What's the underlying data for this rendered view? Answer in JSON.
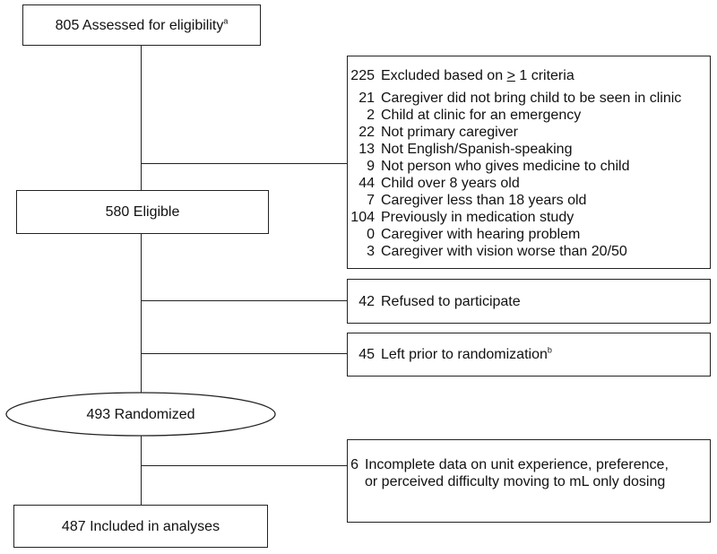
{
  "assessed": {
    "count": "805",
    "label": "Assessed for eligibility",
    "footnote": "a"
  },
  "excluded": {
    "count": "225",
    "label_pre": "Excluded based on",
    "ge_symbol": ">",
    "label_post": "1 criteria",
    "reasons": [
      {
        "n": "21",
        "text": "Caregiver did not bring child to be seen in clinic"
      },
      {
        "n": "2",
        "text": "Child at clinic for an emergency"
      },
      {
        "n": "22",
        "text": "Not primary caregiver"
      },
      {
        "n": "13",
        "text": "Not English/Spanish-speaking"
      },
      {
        "n": "9",
        "text": "Not person who gives medicine to child"
      },
      {
        "n": "44",
        "text": "Child over 8 years old"
      },
      {
        "n": "7",
        "text": "Caregiver less than 18 years old"
      },
      {
        "n": "104",
        "text": "Previously in medication study"
      },
      {
        "n": "0",
        "text": "Caregiver with hearing problem"
      },
      {
        "n": "3",
        "text": "Caregiver with vision worse than 20/50"
      }
    ]
  },
  "eligible": {
    "count": "580",
    "label": "Eligible"
  },
  "refused": {
    "count": "42",
    "label": "Refused to participate"
  },
  "left_prior": {
    "count": "45",
    "label": "Left prior to randomization",
    "footnote": "b"
  },
  "randomized": {
    "count": "493",
    "label": "Randomized"
  },
  "incomplete": {
    "count": "6",
    "line1": "Incomplete data on unit experience, preference,",
    "line2": "or perceived difficulty moving to mL only dosing"
  },
  "included": {
    "count": "487",
    "label": "Included in analyses"
  }
}
